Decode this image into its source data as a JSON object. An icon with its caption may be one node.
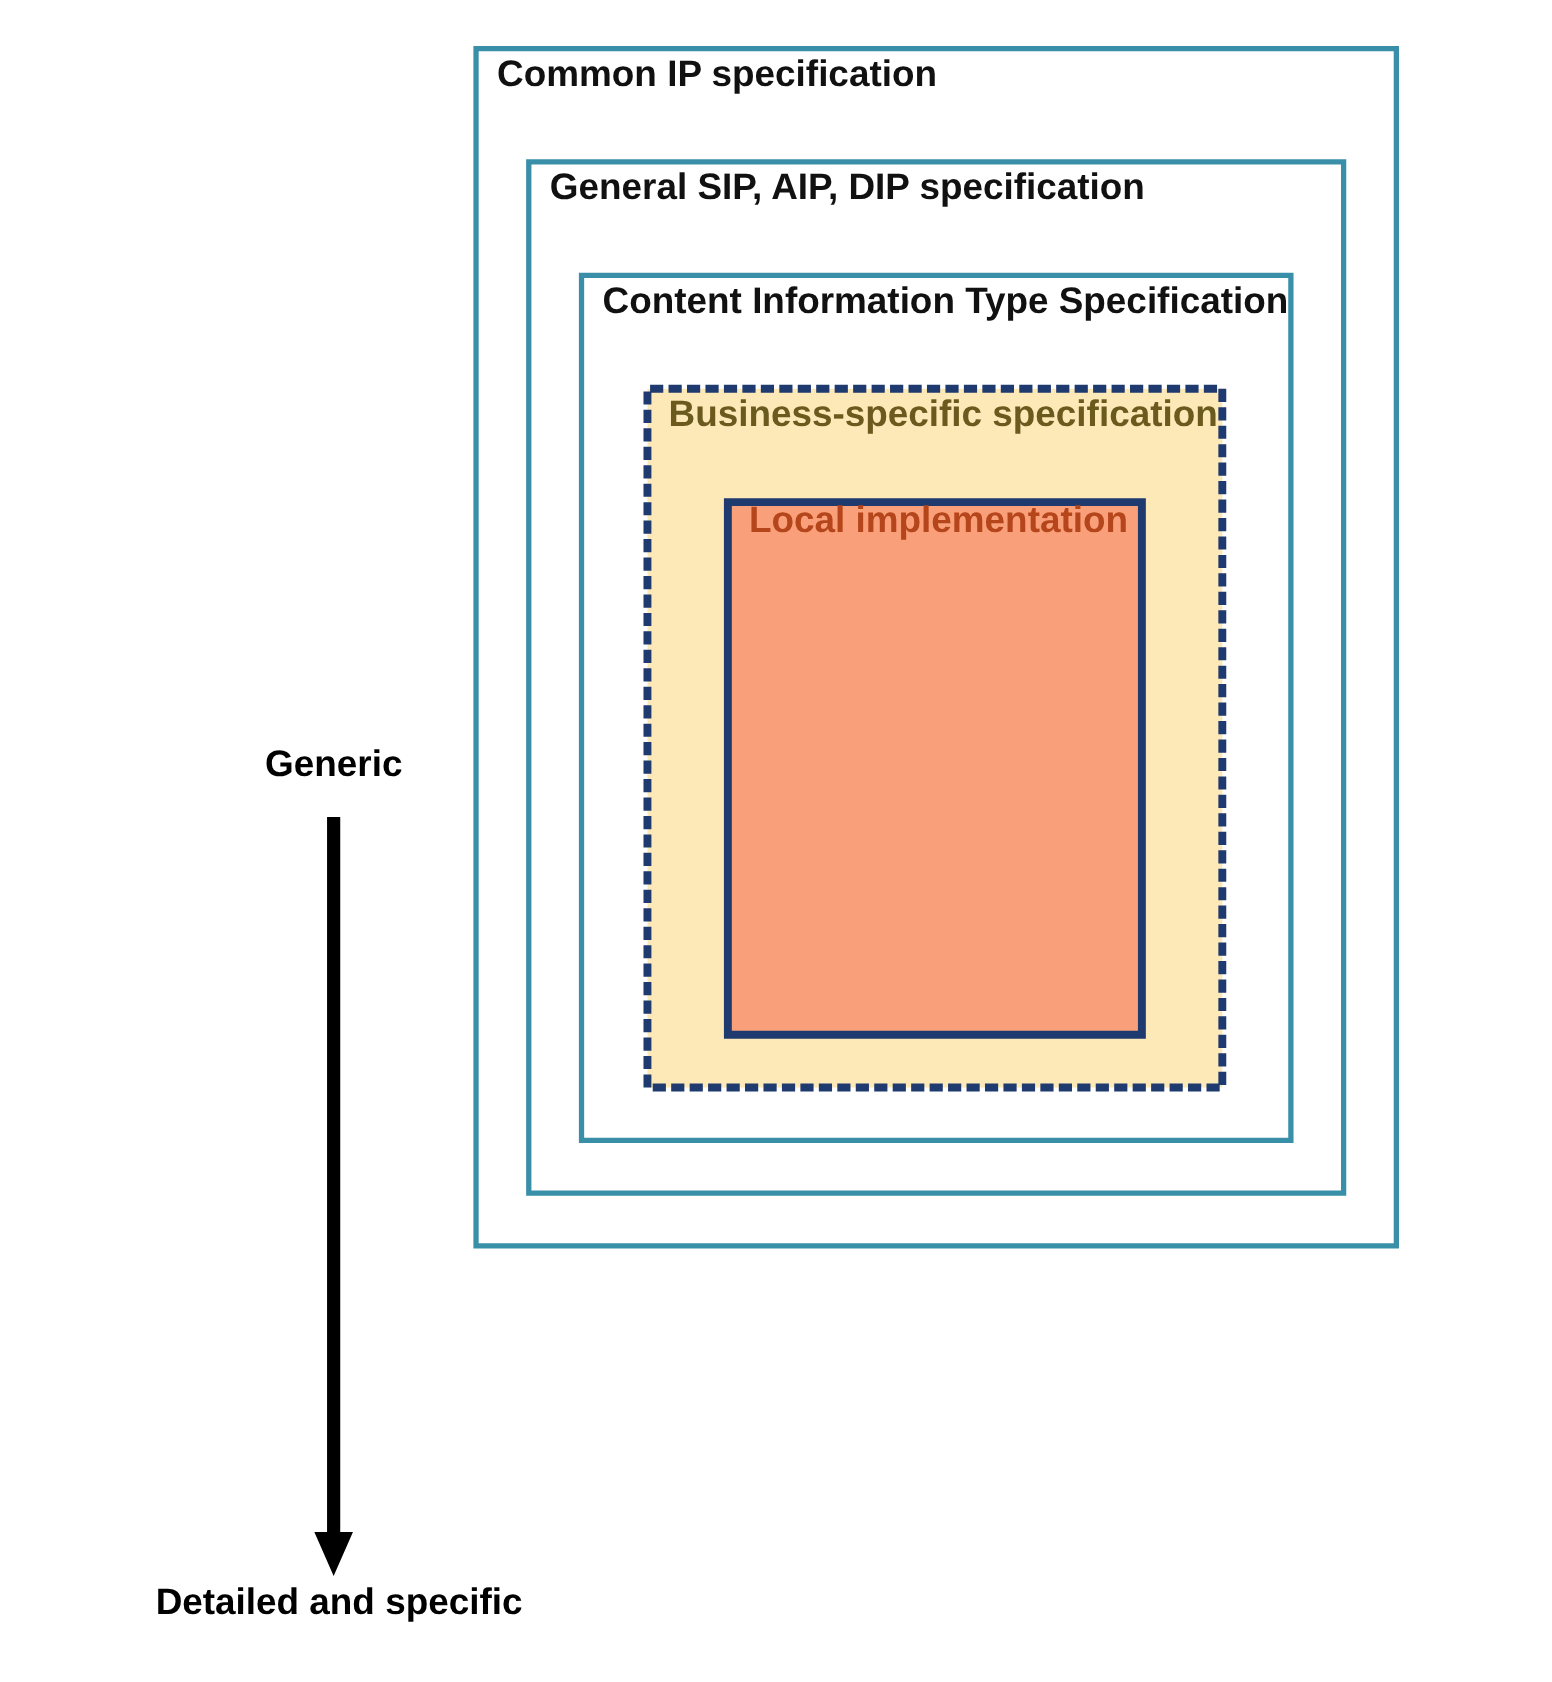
{
  "diagram": {
    "nodes": [
      {
        "text": [
          "Generic"
        ]
      },
      {
        "text": [
          "Detailed and specific"
        ]
      },
      {
        "text": [
          "Common IP specification"
        ]
      },
      {
        "text": [
          "General SIP, AIP, DIP specification"
        ],
        "in": 2
      },
      {
        "text": [
          "Content Information Type Specification"
        ],
        "in": 3
      },
      {
        "text": [
          "Business-specific specification"
        ],
        "in": 4
      },
      {
        "text": [
          "Local implementation"
        ],
        "in": 5
      }
    ],
    "edges": [
      {
        "from": 0,
        "to": 1,
        "arrow": "to"
      }
    ]
  }
}
